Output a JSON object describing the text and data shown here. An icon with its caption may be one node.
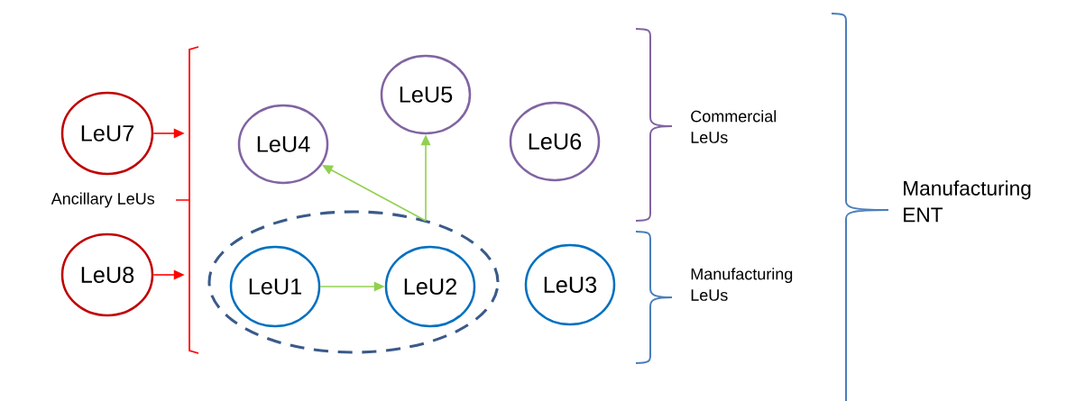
{
  "diagram": {
    "nodes": [
      {
        "text": [
          "LeU7"
        ]
      },
      {
        "text": [
          "LeU8"
        ]
      },
      {
        "text": [
          "LeU5"
        ]
      },
      {
        "text": [
          "LeU4"
        ]
      },
      {
        "text": [
          "LeU6"
        ]
      },
      {
        "text": [],
        "shape": "ellipse"
      },
      {
        "text": [
          "LeU1"
        ],
        "in": 5
      },
      {
        "text": [
          "LeU2"
        ],
        "in": 5
      },
      {
        "text": [
          "LeU3"
        ]
      },
      {
        "text": [],
        "shape": "bracket",
        "beside": [
          "Ancillary LeUs"
        ]
      }
    ],
    "edges": [
      {
        "from": 0,
        "to": 9,
        "arrow": "to",
        "color": "#ff0000"
      },
      {
        "from": 1,
        "to": 9,
        "arrow": "to",
        "color": "#ff0000"
      },
      {
        "from": 5,
        "to": 3,
        "arrow": "to"
      },
      {
        "from": 5,
        "to": 2,
        "arrow": "to"
      },
      {
        "from": 6,
        "to": 7,
        "arrow": "to"
      }
    ],
    "labels": [
      "Commercial LeUs",
      "Manufacturing LeUs",
      "Manufacturing ENT"
    ]
  }
}
